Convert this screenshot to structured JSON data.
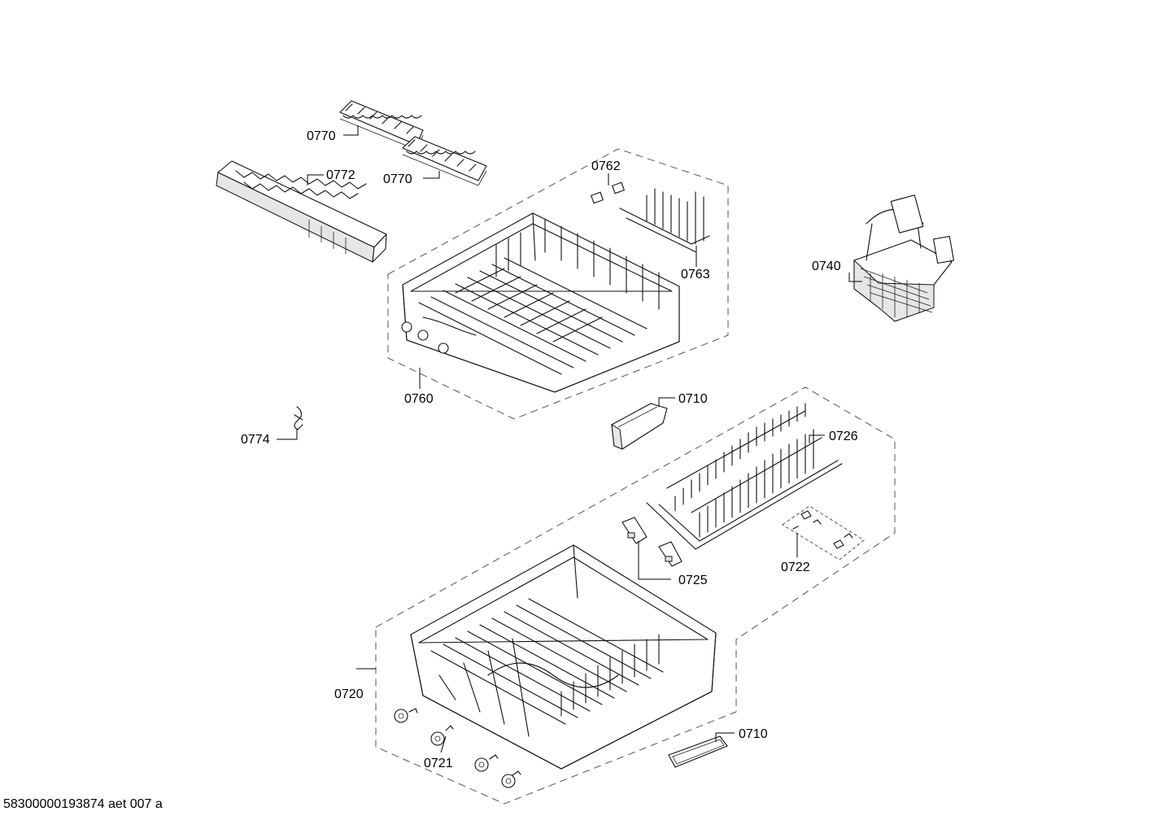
{
  "document_id": "58300000193874 aet 007 a",
  "labels": {
    "p0770a": "0770",
    "p0770b": "0770",
    "p0772": "0772",
    "p0762": "0762",
    "p0763": "0763",
    "p0740": "0740",
    "p0760": "0760",
    "p0710a": "0710",
    "p0774": "0774",
    "p0726": "0726",
    "p0725": "0725",
    "p0722": "0722",
    "p0720": "0720",
    "p0721": "0721",
    "p0710b": "0710"
  }
}
